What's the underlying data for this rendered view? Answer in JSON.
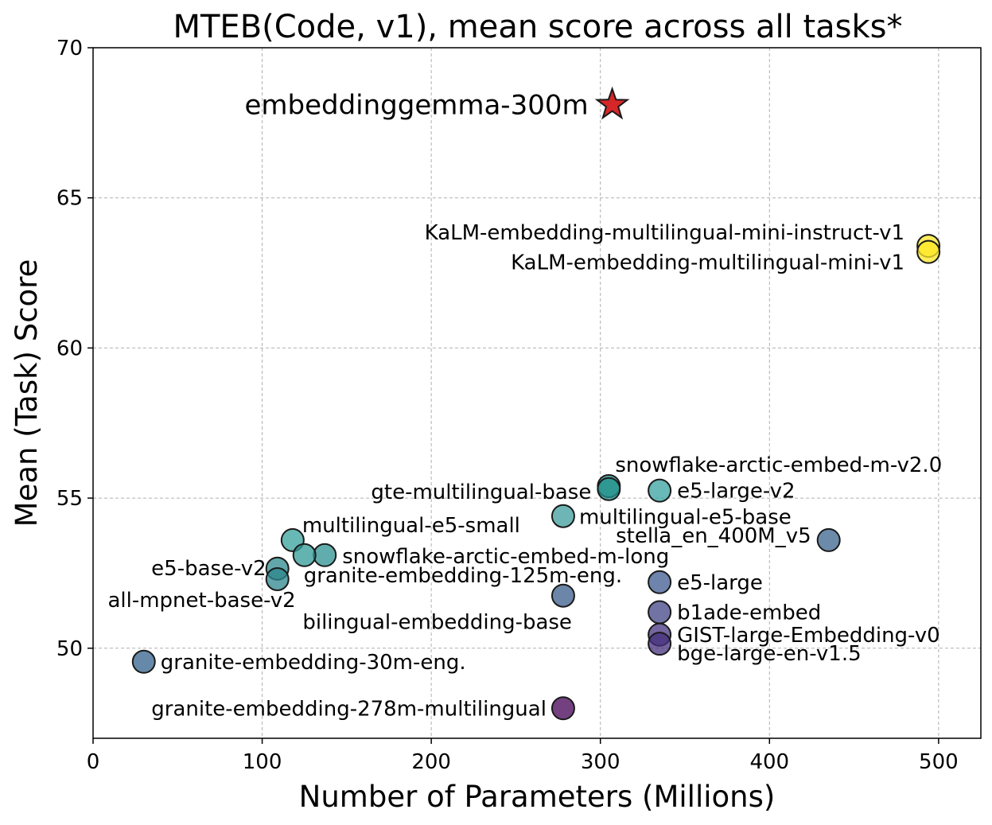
{
  "chart_data": {
    "type": "scatter",
    "title": "MTEB(Code, v1), mean score across all tasks*",
    "xlabel": "Number of Parameters (Millions)",
    "ylabel": "Mean (Task) Score",
    "xlim": [
      0,
      525
    ],
    "ylim": [
      47,
      70
    ],
    "xticks": [
      0,
      100,
      200,
      300,
      400,
      500
    ],
    "yticks": [
      50,
      55,
      60,
      65,
      70
    ],
    "grid": true,
    "highlight": {
      "name": "embeddinggemma-300m",
      "x": 307,
      "y": 68.1,
      "marker": "star",
      "color": "#d62728"
    },
    "points": [
      {
        "name": "KaLM-embedding-multilingual-mini-instruct-v1",
        "x": 494,
        "y": 63.4,
        "color": "#fde725"
      },
      {
        "name": "KaLM-embedding-multilingual-mini-v1",
        "x": 494,
        "y": 63.2,
        "color": "#fde725"
      },
      {
        "name": "snowflake-arctic-embed-m-v2.0",
        "x": 305,
        "y": 55.4,
        "color": "#21918c"
      },
      {
        "name": "gte-multilingual-base",
        "x": 305,
        "y": 55.3,
        "color": "#21918c"
      },
      {
        "name": "e5-large-v2",
        "x": 335,
        "y": 55.25,
        "color": "#35a2a0"
      },
      {
        "name": "multilingual-e5-base",
        "x": 278,
        "y": 54.4,
        "color": "#3d9e9d"
      },
      {
        "name": "stella_en_400M_v5",
        "x": 435,
        "y": 53.6,
        "color": "#3b648e"
      },
      {
        "name": "multilingual-e5-small",
        "x": 118,
        "y": 53.6,
        "color": "#35a29c"
      },
      {
        "name": "snowflake-arctic-embed-m-long",
        "x": 137,
        "y": 53.1,
        "color": "#2c9191"
      },
      {
        "name": "granite-embedding-125m-eng.",
        "x": 125,
        "y": 53.1,
        "color": "#2f9a96"
      },
      {
        "name": "e5-base-v2",
        "x": 109,
        "y": 52.65,
        "color": "#2c8a8e"
      },
      {
        "name": "all-mpnet-base-v2",
        "x": 109,
        "y": 52.3,
        "color": "#2c858c"
      },
      {
        "name": "e5-large",
        "x": 335,
        "y": 52.2,
        "color": "#3e5b91"
      },
      {
        "name": "bilingual-embedding-base",
        "x": 278,
        "y": 51.75,
        "color": "#3b5e8c"
      },
      {
        "name": "b1ade-embed",
        "x": 335,
        "y": 51.2,
        "color": "#414487"
      },
      {
        "name": "GIST-large-Embedding-v0",
        "x": 335,
        "y": 50.45,
        "color": "#46337e"
      },
      {
        "name": "bge-large-en-v1.5",
        "x": 335,
        "y": 50.15,
        "color": "#46307d"
      },
      {
        "name": "granite-embedding-30m-eng.",
        "x": 30,
        "y": 49.55,
        "color": "#33618d"
      },
      {
        "name": "granite-embedding-278m-multilingual",
        "x": 278,
        "y": 48.0,
        "color": "#440154"
      }
    ]
  }
}
